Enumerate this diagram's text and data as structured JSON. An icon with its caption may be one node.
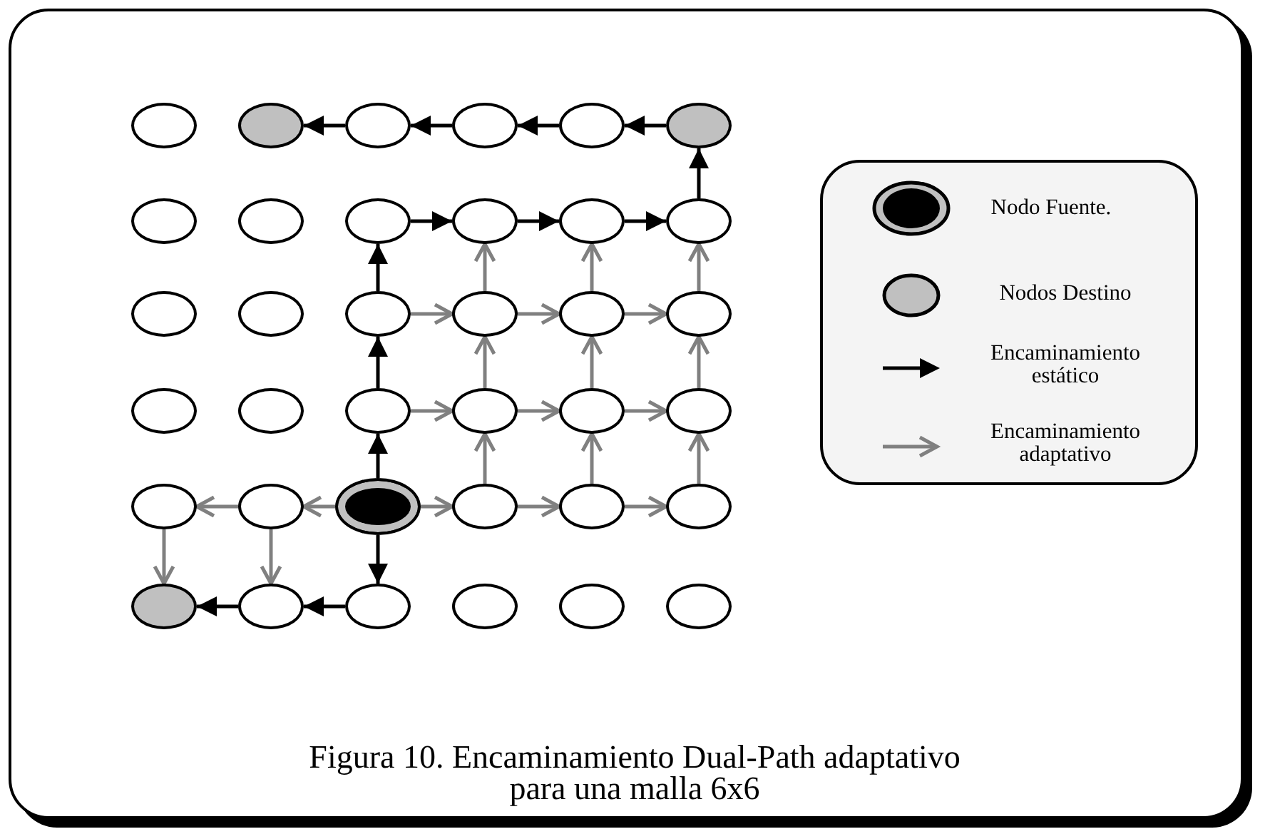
{
  "diagram": {
    "caption": "Figura 10. Encaminamiento Dual-Path adaptativo para una malla 6x6",
    "nodes": [
      {
        "text": [],
        "shape": "circle"
      },
      {
        "text": [],
        "shape": "circle"
      },
      {
        "text": [],
        "shape": "circle"
      },
      {
        "text": [],
        "shape": "circle"
      },
      {
        "text": [],
        "shape": "circle"
      },
      {
        "text": [],
        "shape": "circle"
      },
      {
        "text": [],
        "shape": "circle"
      },
      {
        "text": [],
        "shape": "circle"
      },
      {
        "text": [],
        "shape": "circle"
      },
      {
        "text": [],
        "shape": "circle"
      },
      {
        "text": [],
        "shape": "circle"
      },
      {
        "text": [],
        "shape": "circle"
      },
      {
        "text": [],
        "shape": "circle"
      },
      {
        "text": [],
        "shape": "circle"
      },
      {
        "text": [],
        "shape": "circle"
      },
      {
        "text": [],
        "shape": "circle"
      },
      {
        "text": [],
        "shape": "circle"
      },
      {
        "text": [],
        "shape": "circle"
      },
      {
        "text": [],
        "shape": "circle"
      },
      {
        "text": [],
        "shape": "circle"
      },
      {
        "text": [],
        "shape": "circle"
      },
      {
        "text": [],
        "shape": "circle"
      },
      {
        "text": [],
        "shape": "circle"
      },
      {
        "text": [],
        "shape": "circle"
      },
      {
        "text": [],
        "shape": "circle"
      },
      {
        "text": [],
        "shape": "circle"
      },
      {
        "text": [],
        "shape": "circle"
      },
      {
        "text": [],
        "shape": "circle"
      },
      {
        "text": [],
        "shape": "circle"
      },
      {
        "text": [],
        "shape": "circle"
      },
      {
        "text": [],
        "shape": "circle"
      },
      {
        "text": [],
        "shape": "circle"
      },
      {
        "text": [],
        "shape": "circle"
      },
      {
        "text": [],
        "shape": "circle"
      },
      {
        "text": [],
        "shape": "circle"
      },
      {
        "text": [],
        "shape": "circle"
      }
    ],
    "edges": [
      {
        "from": 26,
        "to": 20,
        "arrow": "to",
        "color": "#000000"
      },
      {
        "from": 20,
        "to": 14,
        "arrow": "to",
        "color": "#000000"
      },
      {
        "from": 14,
        "to": 8,
        "arrow": "to",
        "color": "#000000"
      },
      {
        "from": 8,
        "to": 9,
        "arrow": "to",
        "color": "#000000"
      },
      {
        "from": 9,
        "to": 10,
        "arrow": "to",
        "color": "#000000"
      },
      {
        "from": 10,
        "to": 11,
        "arrow": "to",
        "color": "#000000"
      },
      {
        "from": 11,
        "to": 5,
        "arrow": "to",
        "color": "#000000"
      },
      {
        "from": 5,
        "to": 4,
        "arrow": "to",
        "color": "#000000"
      },
      {
        "from": 4,
        "to": 3,
        "arrow": "to",
        "color": "#000000"
      },
      {
        "from": 3,
        "to": 2,
        "arrow": "to",
        "color": "#000000"
      },
      {
        "from": 2,
        "to": 1,
        "arrow": "to",
        "color": "#000000"
      },
      {
        "from": 26,
        "to": 32,
        "arrow": "to",
        "color": "#000000"
      },
      {
        "from": 32,
        "to": 31,
        "arrow": "to",
        "color": "#000000"
      },
      {
        "from": 31,
        "to": 30,
        "arrow": "to",
        "color": "#000000"
      },
      {
        "from": 26,
        "to": 25,
        "arrow": "to"
      },
      {
        "from": 25,
        "to": 24,
        "arrow": "to"
      },
      {
        "from": 24,
        "to": 30,
        "arrow": "to"
      },
      {
        "from": 25,
        "to": 31,
        "arrow": "to"
      },
      {
        "from": 26,
        "to": 27,
        "arrow": "to"
      },
      {
        "from": 27,
        "to": 28,
        "arrow": "to"
      },
      {
        "from": 28,
        "to": 29,
        "arrow": "to"
      },
      {
        "from": 27,
        "to": 21,
        "arrow": "to"
      },
      {
        "from": 28,
        "to": 22,
        "arrow": "to"
      },
      {
        "from": 29,
        "to": 23,
        "arrow": "to"
      },
      {
        "from": 20,
        "to": 21,
        "arrow": "to"
      },
      {
        "from": 21,
        "to": 22,
        "arrow": "to"
      },
      {
        "from": 22,
        "to": 23,
        "arrow": "to"
      },
      {
        "from": 21,
        "to": 15,
        "arrow": "to"
      },
      {
        "from": 22,
        "to": 16,
        "arrow": "to"
      },
      {
        "from": 23,
        "to": 17,
        "arrow": "to"
      },
      {
        "from": 14,
        "to": 15,
        "arrow": "to"
      },
      {
        "from": 15,
        "to": 16,
        "arrow": "to"
      },
      {
        "from": 16,
        "to": 17,
        "arrow": "to"
      },
      {
        "from": 15,
        "to": 9,
        "arrow": "to"
      },
      {
        "from": 16,
        "to": 10,
        "arrow": "to"
      },
      {
        "from": 17,
        "to": 11,
        "arrow": "to"
      }
    ],
    "legend": [
      {
        "text": "Nodo Fuente."
      },
      {
        "text": "Nodos Destino"
      },
      {
        "text": "Encaminamiento estático"
      },
      {
        "text": "Encaminamiento adaptativo"
      }
    ]
  }
}
